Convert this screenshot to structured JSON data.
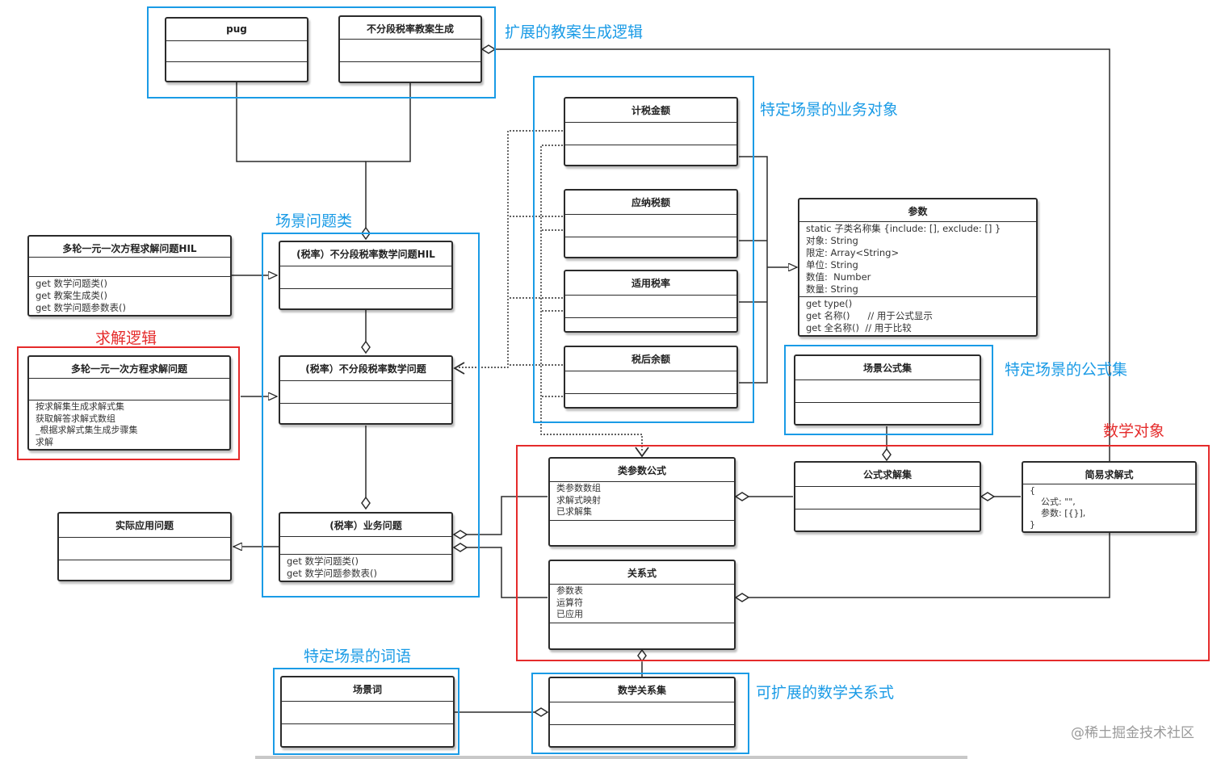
{
  "groups": {
    "extend_logic": "扩展的教案生成逻辑",
    "business_objects": "特定场景的业务对象",
    "scene_problems": "场景问题类",
    "solve_logic": "求解逻辑",
    "formula_set": "特定场景的公式集",
    "math_objects": "数学对象",
    "words": "特定场景的词语",
    "relations": "可扩展的数学关系式"
  },
  "classes": {
    "pug": {
      "name": "pug"
    },
    "no_segment_gen": {
      "name": "不分段税率教案生成"
    },
    "taxable_amount": {
      "name": "计税金额"
    },
    "tax_payable": {
      "name": "应纳税额"
    },
    "tax_rate": {
      "name": "适用税率"
    },
    "after_tax": {
      "name": "税后余额"
    },
    "param": {
      "name": "参数",
      "attrs": [
        "static 子类名称集 {include: [], exclude: [] }",
        "对象: String",
        "限定: Array<String>",
        "单位: String",
        "数值:  Number",
        "数量: String"
      ],
      "methods": [
        "get type()",
        "get 名称()      // 用于公式显示",
        "get 全名称()  // 用于比较"
      ]
    },
    "multi_hil": {
      "name": "多轮一元一次方程求解问题HIL",
      "methods": [
        "get 数学问题类()",
        "get 教案生成类()",
        "get 数学问题参数表()"
      ]
    },
    "hil": {
      "name": "(税率）不分段税率数学问题HIL"
    },
    "solve_problem": {
      "name": "多轮一元一次方程求解问题",
      "methods": [
        "按求解集生成求解式集",
        "获取解答求解式数组",
        "_根据求解式集生成步骤集",
        "求解"
      ]
    },
    "math_problem": {
      "name": "(税率）不分段税率数学问题"
    },
    "scene_formula_set": {
      "name": "场景公式集"
    },
    "class_param_formula": {
      "name": "类参数公式",
      "attrs": [
        "类参数数组",
        "求解式映射",
        "已求解集"
      ]
    },
    "formula_solve_set": {
      "name": "公式求解集"
    },
    "simple_solve": {
      "name": "简易求解式",
      "methods": [
        "{",
        "    公式: \"\",",
        "    参数: [{}],",
        "}"
      ]
    },
    "real_problem": {
      "name": "实际应用问题"
    },
    "business_problem": {
      "name": "(税率）业务问题",
      "methods": [
        "get 数学问题类()",
        "get 数学问题参数表()"
      ]
    },
    "relation": {
      "name": "关系式",
      "attrs": [
        "参数表",
        "运算符",
        "已应用"
      ]
    },
    "scene_word": {
      "name": "场景词"
    },
    "math_relation_set": {
      "name": "数学关系集"
    }
  },
  "watermark": "@稀土掘金技术社区",
  "colors": {
    "blue": "#1a9be6",
    "red": "#e52b2b",
    "line": "#2b2b2b"
  }
}
